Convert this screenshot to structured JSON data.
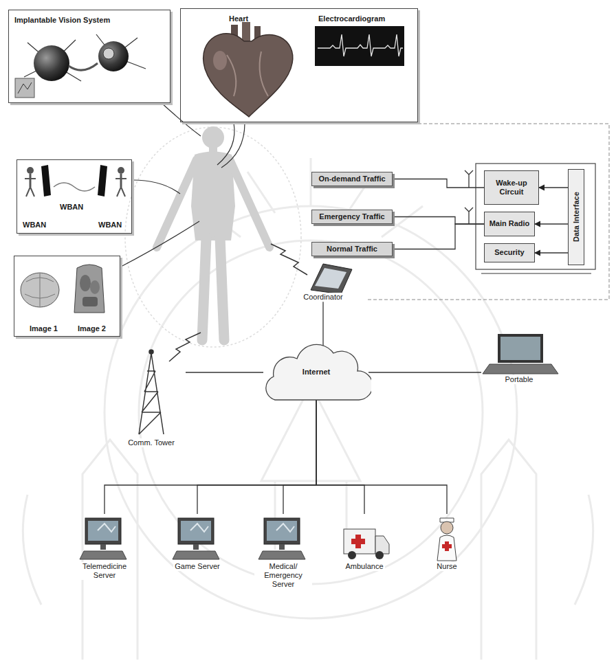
{
  "diagram": {
    "nodes": [
      {
        "text": [
          "Implantable Vision System"
        ]
      },
      {
        "text": [
          "Heart",
          "Electrocardiogram"
        ]
      },
      {
        "text": [
          "WBAN",
          "WBAN",
          "WBAN"
        ]
      },
      {
        "text": [
          "Image 1",
          "Image 2"
        ]
      },
      {
        "text": [
          "On-demand Traffic"
        ]
      },
      {
        "text": [
          "Emergency Traffic"
        ]
      },
      {
        "text": [
          "Normal Traffic"
        ]
      },
      {
        "text": [
          "Wake-up Circuit"
        ]
      },
      {
        "text": [
          "Main Radio"
        ]
      },
      {
        "text": [
          "Security"
        ]
      },
      {
        "text": [
          "Data Interface"
        ]
      },
      {
        "text": [
          "Coordinator"
        ]
      },
      {
        "text": [
          "Internet"
        ]
      },
      {
        "text": [
          "Portable"
        ]
      },
      {
        "text": [
          "Comm. Tower"
        ]
      },
      {
        "text": [
          "Telemedicine Server"
        ]
      },
      {
        "text": [
          "Game Server"
        ]
      },
      {
        "text": [
          "Medical/ Emergency Server"
        ]
      },
      {
        "text": [
          "Ambulance"
        ]
      },
      {
        "text": [
          "Nurse"
        ]
      }
    ],
    "edges": [
      {
        "from": 4,
        "to": 7,
        "arrow": "none"
      },
      {
        "from": 5,
        "to": 8,
        "arrow": "none"
      },
      {
        "from": 6,
        "to": 8,
        "arrow": "none"
      },
      {
        "from": 10,
        "to": 7,
        "arrow": "to"
      },
      {
        "from": 10,
        "to": 8,
        "arrow": "to"
      },
      {
        "from": 10,
        "to": 9,
        "arrow": "to"
      },
      {
        "from": 11,
        "to": 12,
        "arrow": "none"
      },
      {
        "from": 14,
        "to": 12,
        "arrow": "none"
      },
      {
        "from": 12,
        "to": 13,
        "arrow": "none"
      },
      {
        "from": 12,
        "to": 15,
        "arrow": "none"
      },
      {
        "from": 12,
        "to": 16,
        "arrow": "none"
      },
      {
        "from": 12,
        "to": 17,
        "arrow": "none"
      },
      {
        "from": 12,
        "to": 18,
        "arrow": "none"
      },
      {
        "from": 12,
        "to": 19,
        "arrow": "none"
      }
    ]
  }
}
